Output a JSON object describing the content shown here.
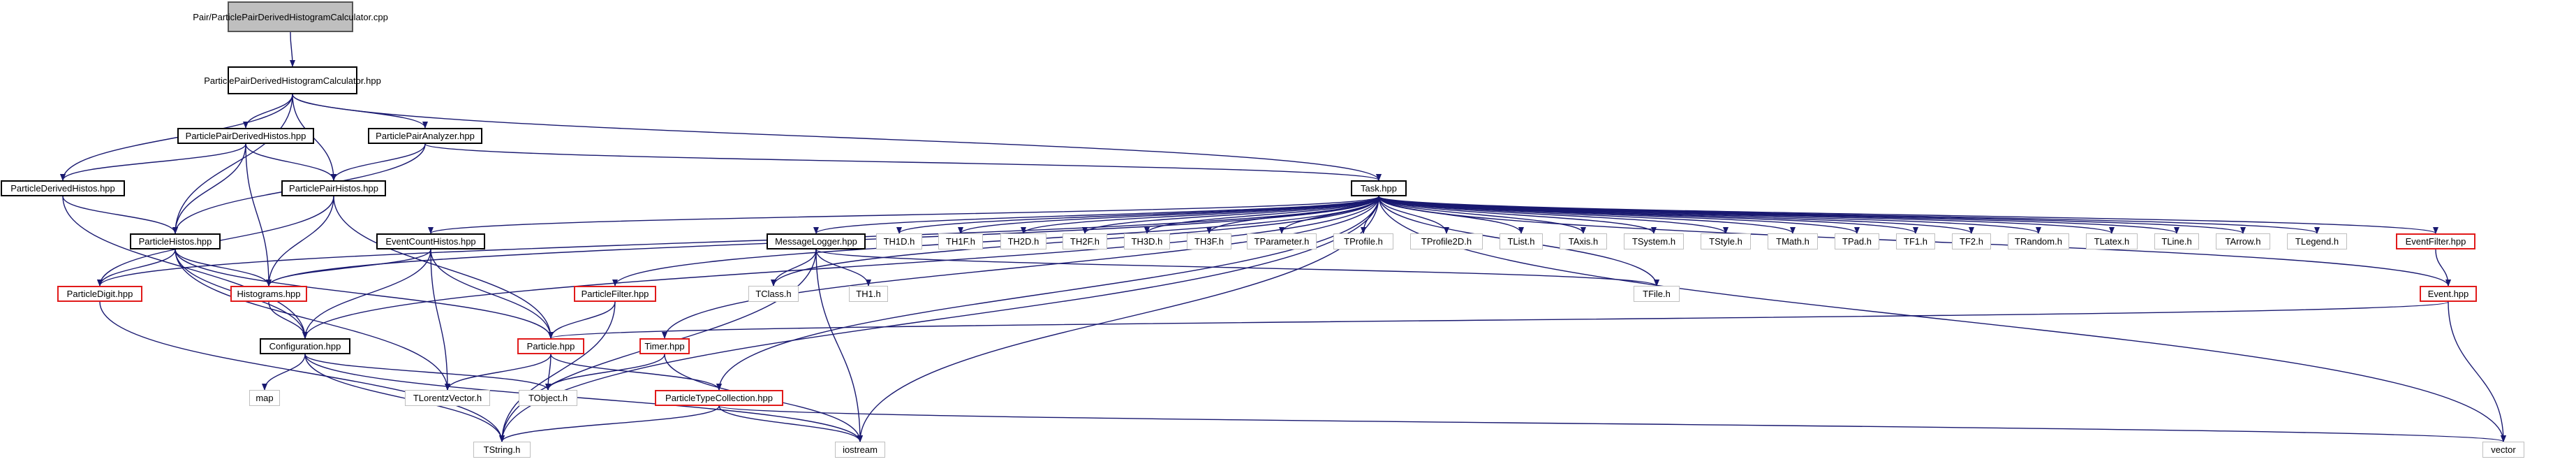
{
  "colors": {
    "edge": "#191970",
    "black_border": "#000000",
    "red_border": "#e11a1a",
    "gray_border": "#bfbfbf",
    "root_fill": "#bfbfbf"
  },
  "nodes": {
    "root": {
      "l1": "Pair/ParticlePairDerived",
      "l2": "HistogramCalculator.cpp"
    },
    "calc_hpp": {
      "l1": "ParticlePairDerivedHistogram",
      "l2": "Calculator.hpp"
    },
    "pair_derived_histos": "ParticlePairDerivedHistos.hpp",
    "pair_analyzer": "ParticlePairAnalyzer.hpp",
    "particle_derived_histos": "ParticleDerivedHistos.hpp",
    "pair_histos": "ParticlePairHistos.hpp",
    "task": "Task.hpp",
    "particle_histos": "ParticleHistos.hpp",
    "event_count_histos": "EventCountHistos.hpp",
    "message_logger": "MessageLogger.hpp",
    "particle_digit": "ParticleDigit.hpp",
    "histograms": "Histograms.hpp",
    "particle_filter": "ParticleFilter.hpp",
    "configuration": "Configuration.hpp",
    "particle": "Particle.hpp",
    "timer": "Timer.hpp",
    "particle_type_collection": "ParticleTypeCollection.hpp",
    "event_filter": "EventFilter.hpp",
    "event": "Event.hpp",
    "th1d": "TH1D.h",
    "th1f": "TH1F.h",
    "th2d": "TH2D.h",
    "th2f": "TH2F.h",
    "th3d": "TH3D.h",
    "th3f": "TH3F.h",
    "tparameter": "TParameter.h",
    "tprofile": "TProfile.h",
    "tprofile2d": "TProfile2D.h",
    "tlist": "TList.h",
    "taxis": "TAxis.h",
    "tsystem": "TSystem.h",
    "tstyle": "TStyle.h",
    "tmath": "TMath.h",
    "tpad": "TPad.h",
    "tf1": "TF1.h",
    "tf2": "TF2.h",
    "trandom": "TRandom.h",
    "tlatex": "TLatex.h",
    "tline": "TLine.h",
    "tarrow": "TArrow.h",
    "tlegend": "TLegend.h",
    "tclass": "TClass.h",
    "th1": "TH1.h",
    "tfile": "TFile.h",
    "map": "map",
    "tlorentzvector": "TLorentzVector.h",
    "tobject": "TObject.h",
    "tstring": "TString.h",
    "iostream": "iostream",
    "vector": "vector"
  }
}
